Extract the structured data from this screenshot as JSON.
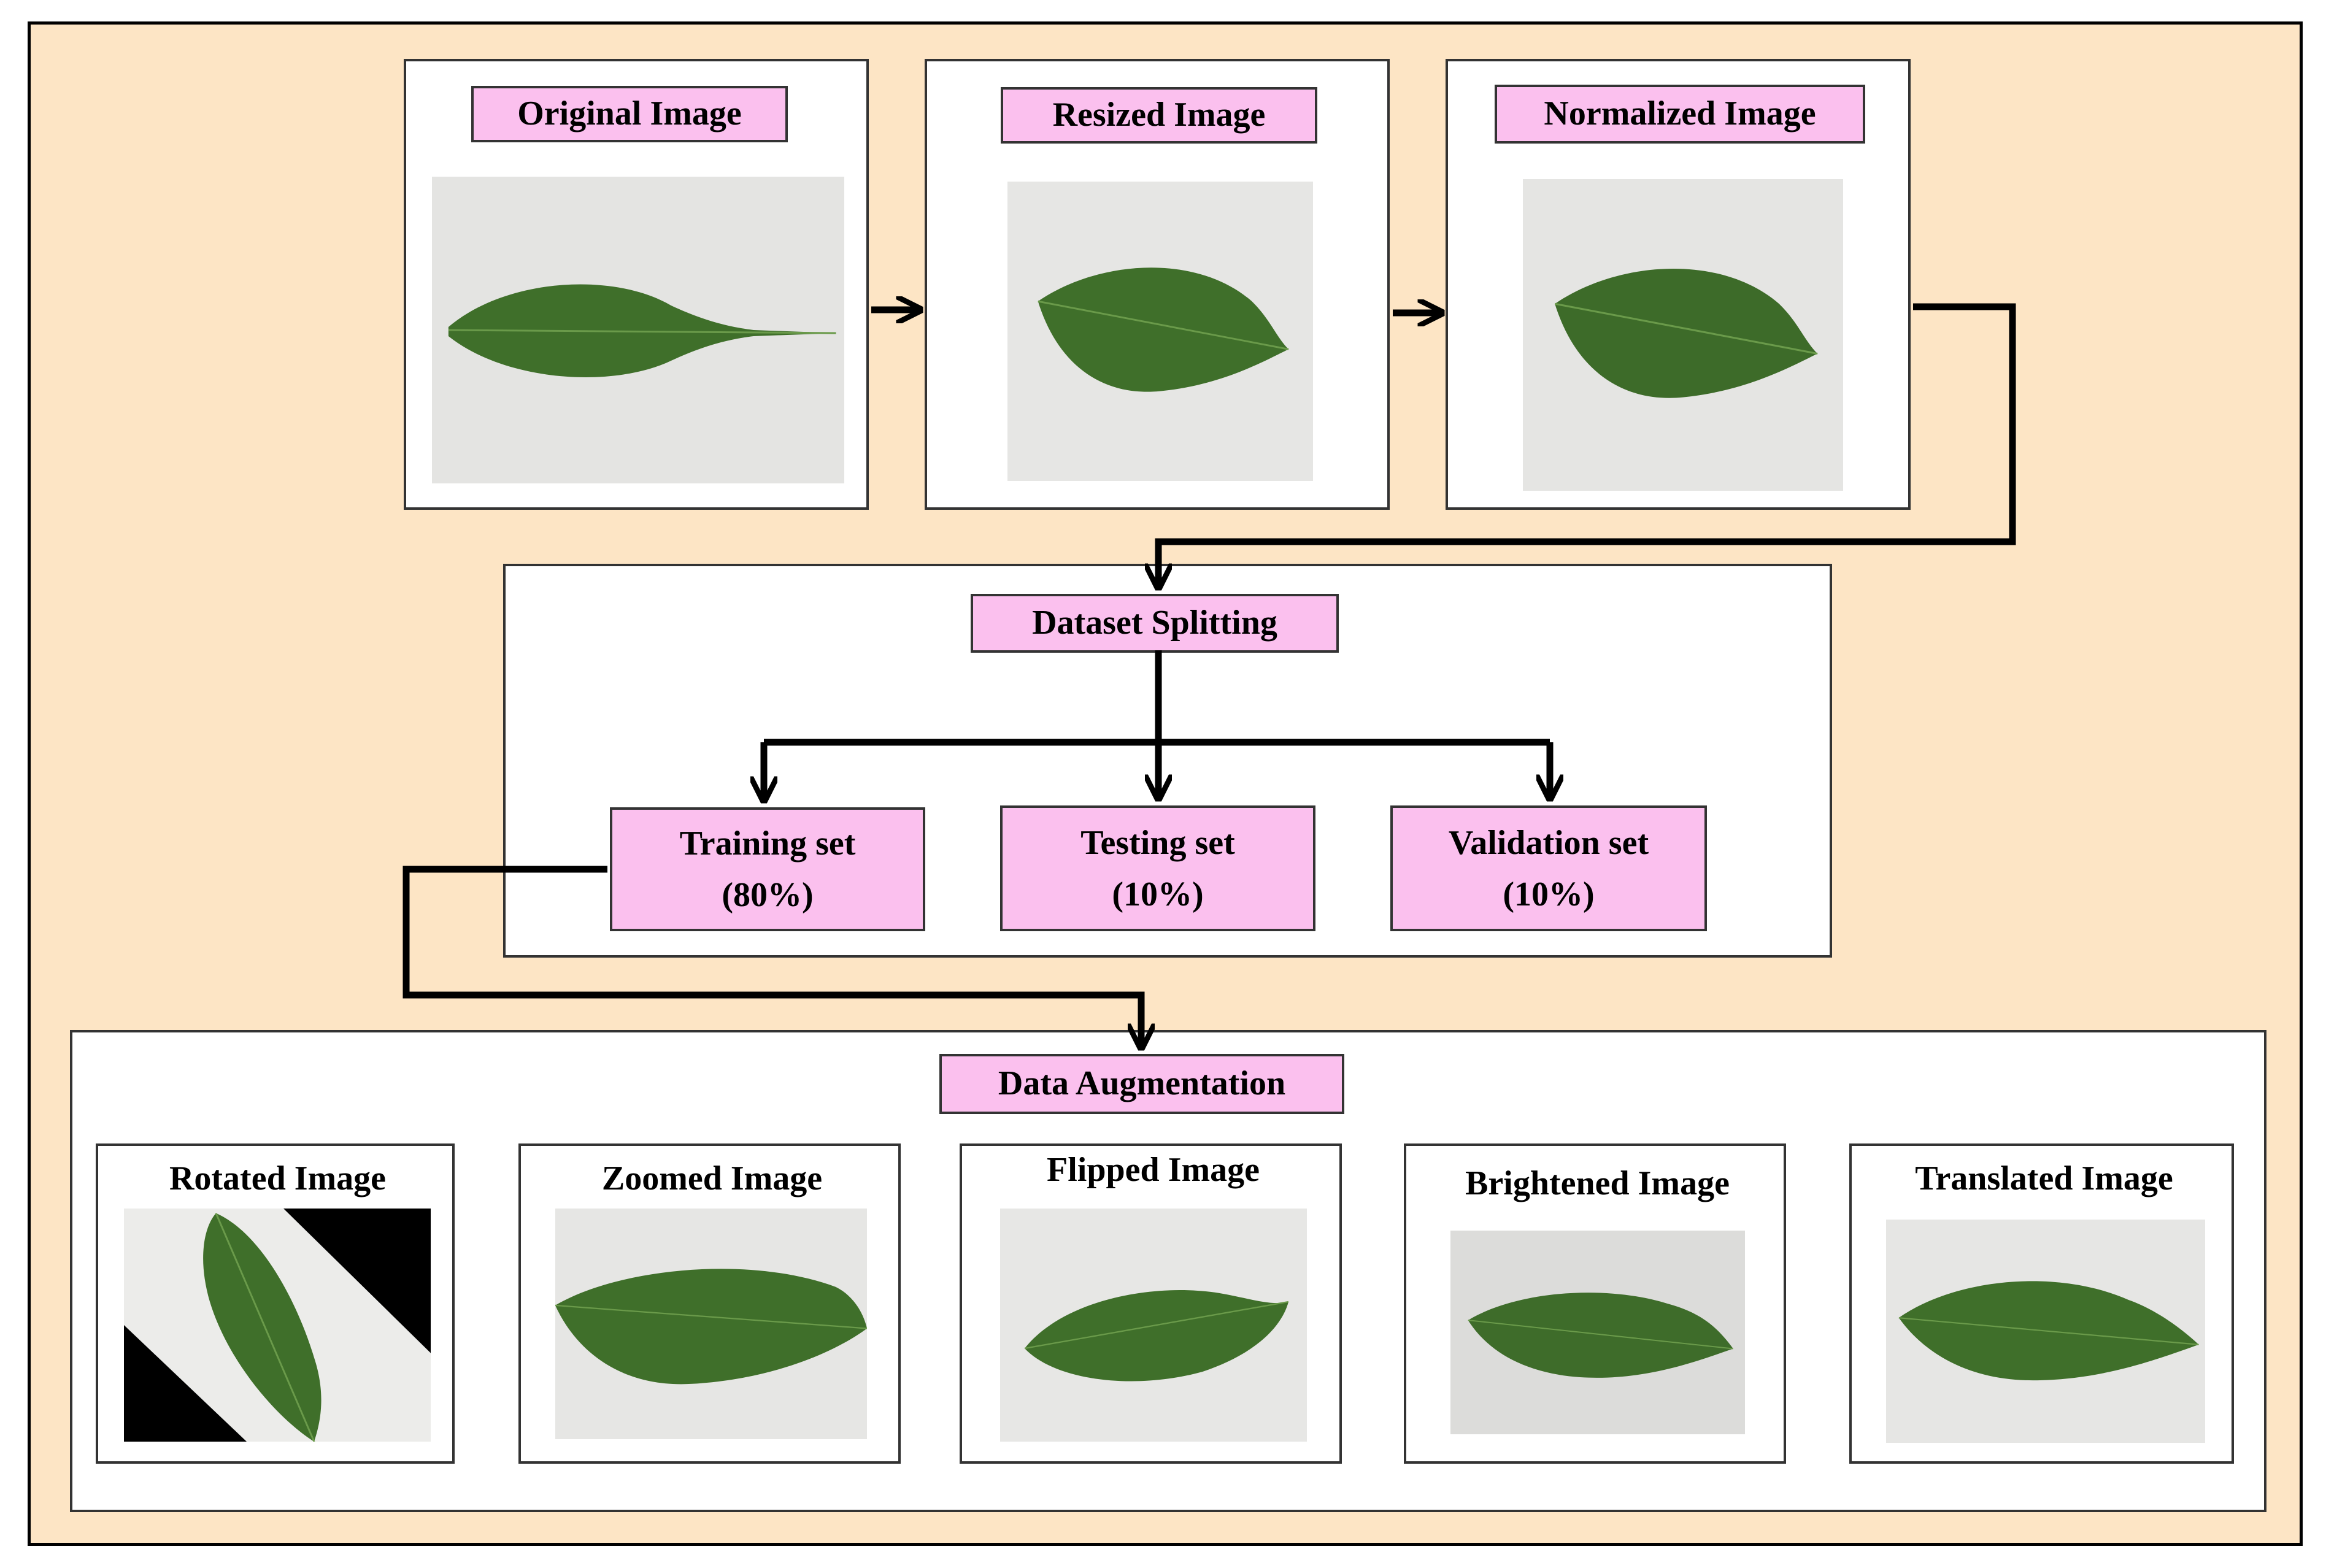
{
  "preprocessing": {
    "original": "Original Image",
    "resized": "Resized Image",
    "normalized": "Normalized Image"
  },
  "splitting": {
    "title": "Dataset Splitting",
    "training": {
      "name": "Training set",
      "pct": "(80%)"
    },
    "testing": {
      "name": "Testing set",
      "pct": "(10%)"
    },
    "validation": {
      "name": "Validation set",
      "pct": "(10%)"
    }
  },
  "augmentation": {
    "title": "Data Augmentation",
    "rotated": "Rotated Image",
    "zoomed": "Zoomed Image",
    "flipped": "Flipped Image",
    "brightened": "Brightened Image",
    "translated": "Translated Image"
  },
  "colors": {
    "background": "#fde5c5",
    "label_fill": "#fbc0ee",
    "leaf": "#3f6f2a",
    "paper": "#e7e7e5"
  },
  "icons": [
    "leaf-photo"
  ]
}
